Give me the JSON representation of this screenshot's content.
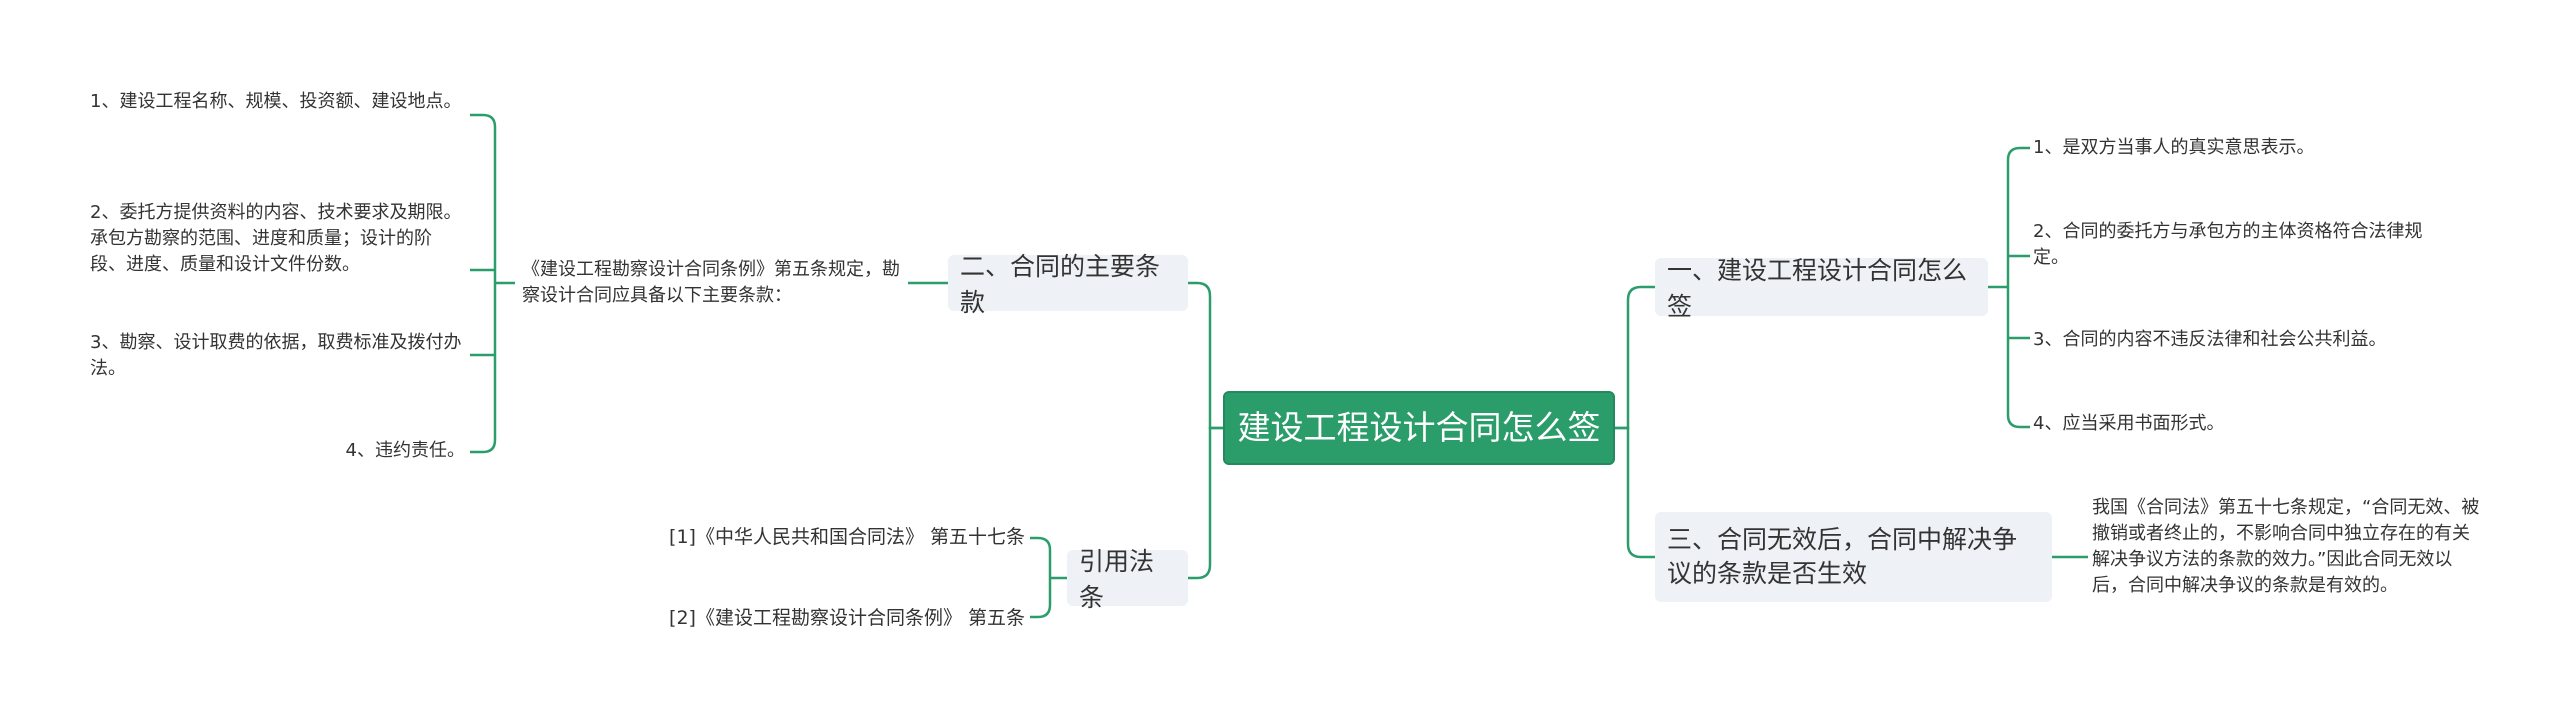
{
  "root": {
    "title": "建设工程设计合同怎么签"
  },
  "left": {
    "main_terms": {
      "label": "二、合同的主要条款",
      "intro": "《建设工程勘察设计合同条例》第五条规定，勘察设计合同应具备以下主要条款：",
      "items": [
        "1、建设工程名称、规模、投资额、建设地点。",
        "2、委托方提供资料的内容、技术要求及期限。承包方勘察的范围、进度和质量；设计的阶段、进度、质量和设计文件份数。",
        "3、勘察、设计取费的依据，取费标准及拨付办法。",
        "4、违约责任。"
      ]
    },
    "legal_refs": {
      "label": "引用法条",
      "items": [
        "[1]《中华人民共和国合同法》 第五十七条",
        "[2]《建设工程勘察设计合同条例》 第五条"
      ]
    }
  },
  "right": {
    "how_to_sign": {
      "label": "一、建设工程设计合同怎么签",
      "items": [
        "1、是双方当事人的真实意思表示。",
        "2、合同的委托方与承包方的主体资格符合法律规定。",
        "3、合同的内容不违反法律和社会公共利益。",
        "4、应当采用书面形式。"
      ]
    },
    "dispute_clause": {
      "label": "三、合同无效后，合同中解决争议的条款是否生效",
      "detail": "我国《合同法》第五十七条规定，“合同无效、被撤销或者终止的，不影响合同中独立存在的有关解决争议方法的条款的效力。”因此合同无效以后，合同中解决争议的条款是有效的。"
    }
  },
  "colors": {
    "root_fill": "#2a9d6a",
    "branch_fill": "#eef1f5",
    "line": "#2a9d6a"
  }
}
